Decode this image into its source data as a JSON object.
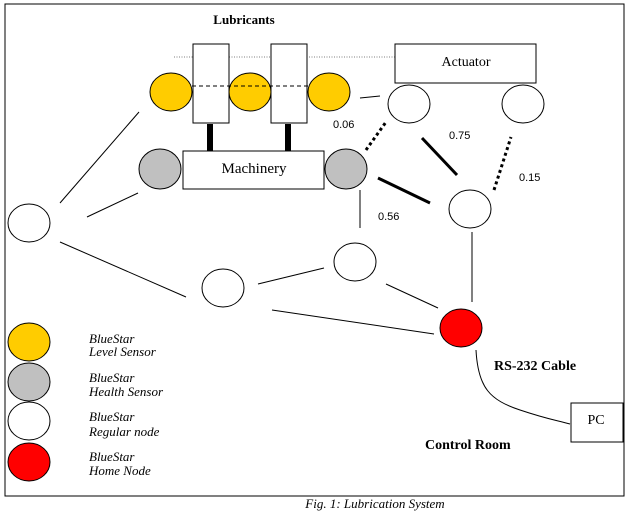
{
  "diagram": {
    "title": "Lubricants",
    "actuator_label": "Actuator",
    "machinery_label": "Machinery",
    "pc_label": "PC",
    "cable_label": "RS-232 Cable",
    "control_room_label": "Control Room",
    "caption": "Fig. 1: Lubrication System",
    "weights": {
      "w1": "0.06",
      "w2": "0.75",
      "w3": "0.15",
      "w4": "0.56"
    }
  },
  "legend": [
    {
      "line1": "BlueStar",
      "line2": "Level Sensor",
      "color": "#FFCC00"
    },
    {
      "line1": "BlueStar",
      "line2": "Health Sensor",
      "color": "#C0C0C0"
    },
    {
      "line1": "BlueStar",
      "line2": "Regular node",
      "color": "#FFFFFF"
    },
    {
      "line1": "BlueStar",
      "line2": "Home Node",
      "color": "#FF0000"
    }
  ],
  "colors": {
    "level_sensor": "#FFCC00",
    "health_sensor": "#C0C0C0",
    "regular_node": "#FFFFFF",
    "home_node": "#FF0000"
  }
}
